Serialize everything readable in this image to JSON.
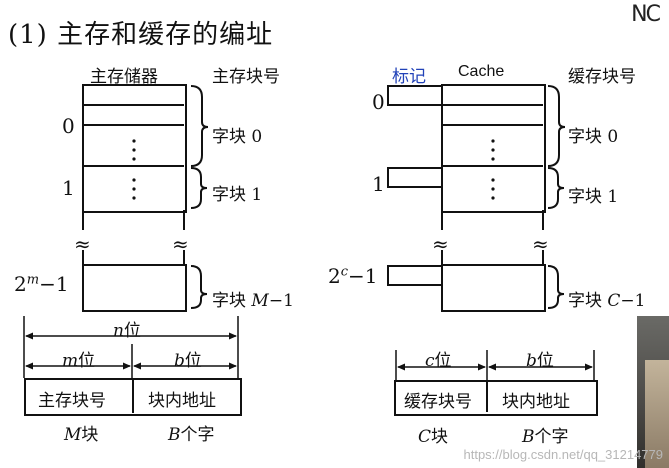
{
  "heading": "(1) 主存和缓存的编址",
  "corner_mark": "NC",
  "left": {
    "col_main_label": "主存储器",
    "col_block_label": "主存块号",
    "row0": "0",
    "row1": "1",
    "rowM": "2",
    "rowM_exp": "m",
    "rowM_suffix": "−1",
    "block0": "字块 0",
    "block1": "字块 1",
    "blockM_prefix": "字块",
    "blockM_var": "M",
    "blockM_suffix": "−1",
    "n_var": "n",
    "n_unit": "位",
    "m_var": "m",
    "m_unit": "位",
    "b_var": "b",
    "b_unit": "位",
    "addr_left": "主存块号",
    "addr_right": "块内地址",
    "count_left_var": "M",
    "count_left_unit": "块",
    "count_right_var": "B",
    "count_right_unit": "个字"
  },
  "right": {
    "tag_label": "标记",
    "cache_label": "Cache",
    "col_block_label": "缓存块号",
    "row0": "0",
    "row1": "1",
    "rowC": "2",
    "rowC_exp": "c",
    "rowC_suffix": "−1",
    "block0": "字块 0",
    "block1": "字块 1",
    "blockC_prefix": "字块",
    "blockC_var": "C",
    "blockC_suffix": "−1",
    "c_var": "c",
    "c_unit": "位",
    "b_var": "b",
    "b_unit": "位",
    "addr_left": "缓存块号",
    "addr_right": "块内地址",
    "count_left_var": "C",
    "count_left_unit": "块",
    "count_right_var": "B",
    "count_right_unit": "个字"
  },
  "watermark": "https://blog.csdn.net/qq_31214779"
}
